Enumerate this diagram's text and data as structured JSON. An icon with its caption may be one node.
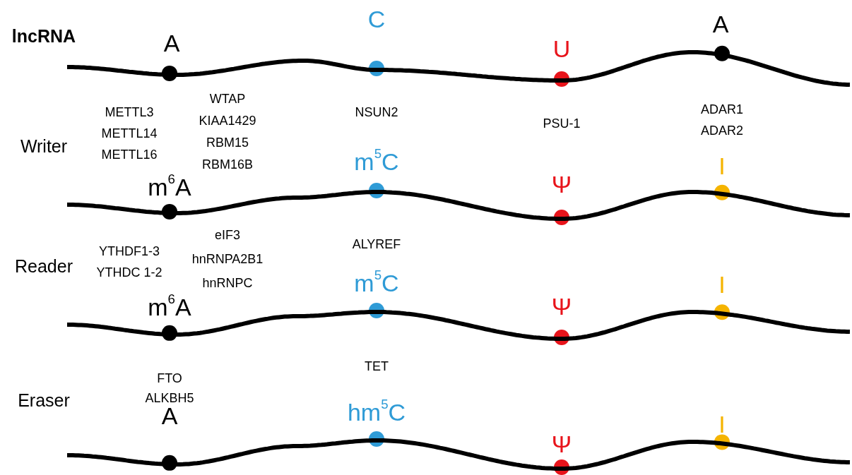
{
  "diagram": {
    "labels": [
      "lncRNA",
      "A",
      "C",
      "U",
      "A",
      "Writer",
      "METTL3",
      "METTL14",
      "METTL16",
      "WTAP",
      "KIAA1429",
      "RBM15",
      "RBM16B",
      "NSUN2",
      "PSU-1",
      "ADAR1",
      "ADAR2",
      "m$^{6}$A",
      "m$^{5}$C",
      "Ψ",
      "I",
      "Reader",
      "YTHDF1-3",
      "YTHDC 1-2",
      "eIF3",
      "hnRNPA2B1",
      "hnRNPC",
      "ALYREF",
      "m$^{6}$A",
      "m$^{5}$C",
      "Ψ",
      "I",
      "Eraser",
      "FTO",
      "ALKBH5",
      "TET",
      "A",
      "hm$^{5}$C",
      "Ψ",
      "I"
    ]
  }
}
